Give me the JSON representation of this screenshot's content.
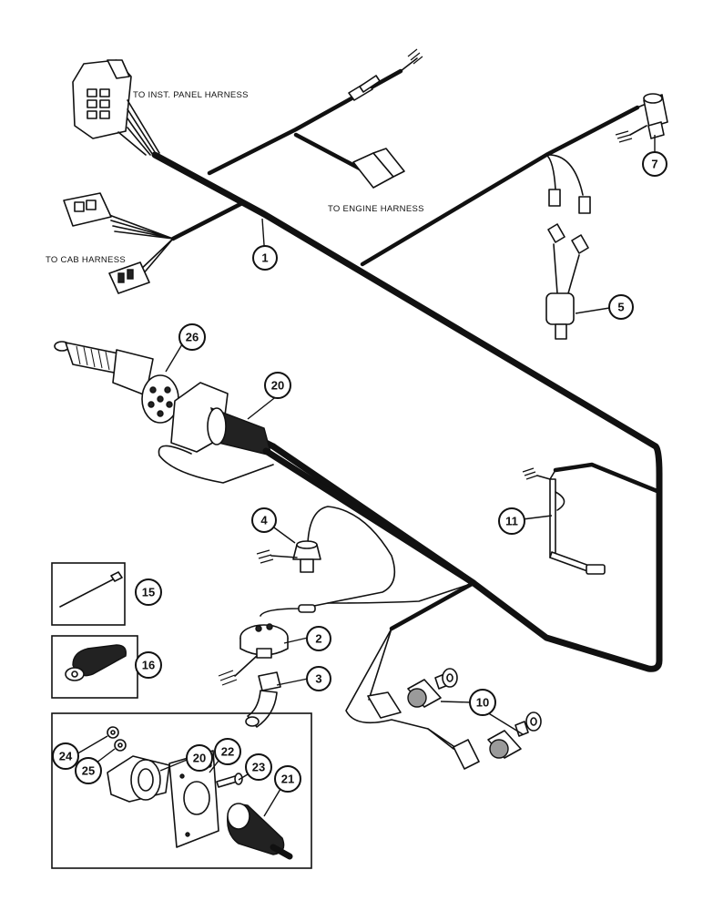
{
  "labels": {
    "inst_panel": "TO INST. PANEL HARNESS",
    "engine": "TO ENGINE HARNESS",
    "cab": "TO CAB HARNESS"
  },
  "callouts": {
    "c1": "1",
    "c2": "2",
    "c3": "3",
    "c4": "4",
    "c5": "5",
    "c7": "7",
    "c10": "10",
    "c11": "11",
    "c15": "15",
    "c16": "16",
    "c20a": "20",
    "c20b": "20",
    "c21": "21",
    "c22": "22",
    "c23": "23",
    "c24": "24",
    "c25": "25",
    "c26": "26"
  }
}
